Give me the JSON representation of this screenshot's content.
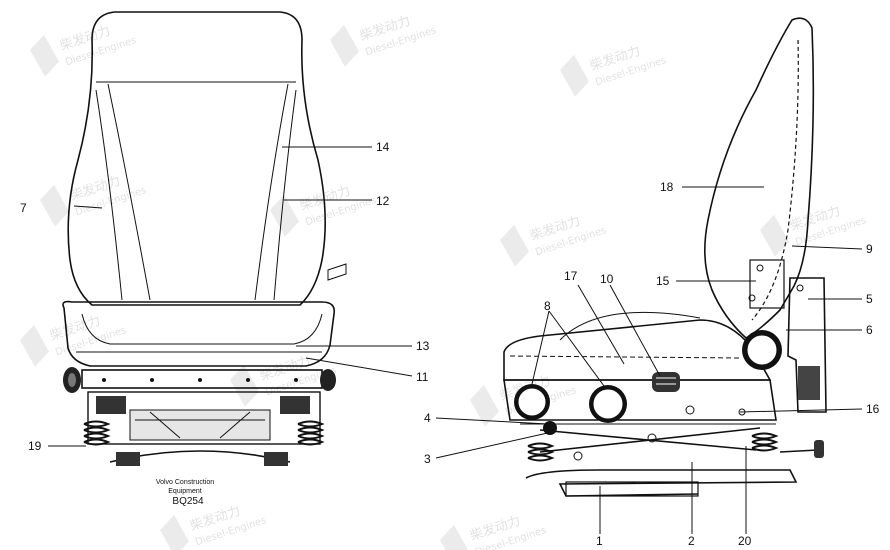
{
  "watermark": {
    "brand": "柴发动力",
    "sub": "Diesel-Engines",
    "color": "#bdbdbd"
  },
  "caption": {
    "line1": "Volvo Construction",
    "line2": "Equipment",
    "code": "BQ254"
  },
  "callouts": [
    {
      "id": "1",
      "text": "1"
    },
    {
      "id": "2",
      "text": "2"
    },
    {
      "id": "3",
      "text": "3"
    },
    {
      "id": "4",
      "text": "4"
    },
    {
      "id": "5",
      "text": "5"
    },
    {
      "id": "6",
      "text": "6"
    },
    {
      "id": "7",
      "text": "7"
    },
    {
      "id": "8",
      "text": "8"
    },
    {
      "id": "9",
      "text": "9"
    },
    {
      "id": "10",
      "text": "10"
    },
    {
      "id": "11",
      "text": "11"
    },
    {
      "id": "12",
      "text": "12"
    },
    {
      "id": "13",
      "text": "13"
    },
    {
      "id": "14",
      "text": "14"
    },
    {
      "id": "15",
      "text": "15"
    },
    {
      "id": "16",
      "text": "16"
    },
    {
      "id": "17",
      "text": "17"
    },
    {
      "id": "18",
      "text": "18"
    },
    {
      "id": "19",
      "text": "19"
    },
    {
      "id": "20",
      "text": "20"
    }
  ]
}
